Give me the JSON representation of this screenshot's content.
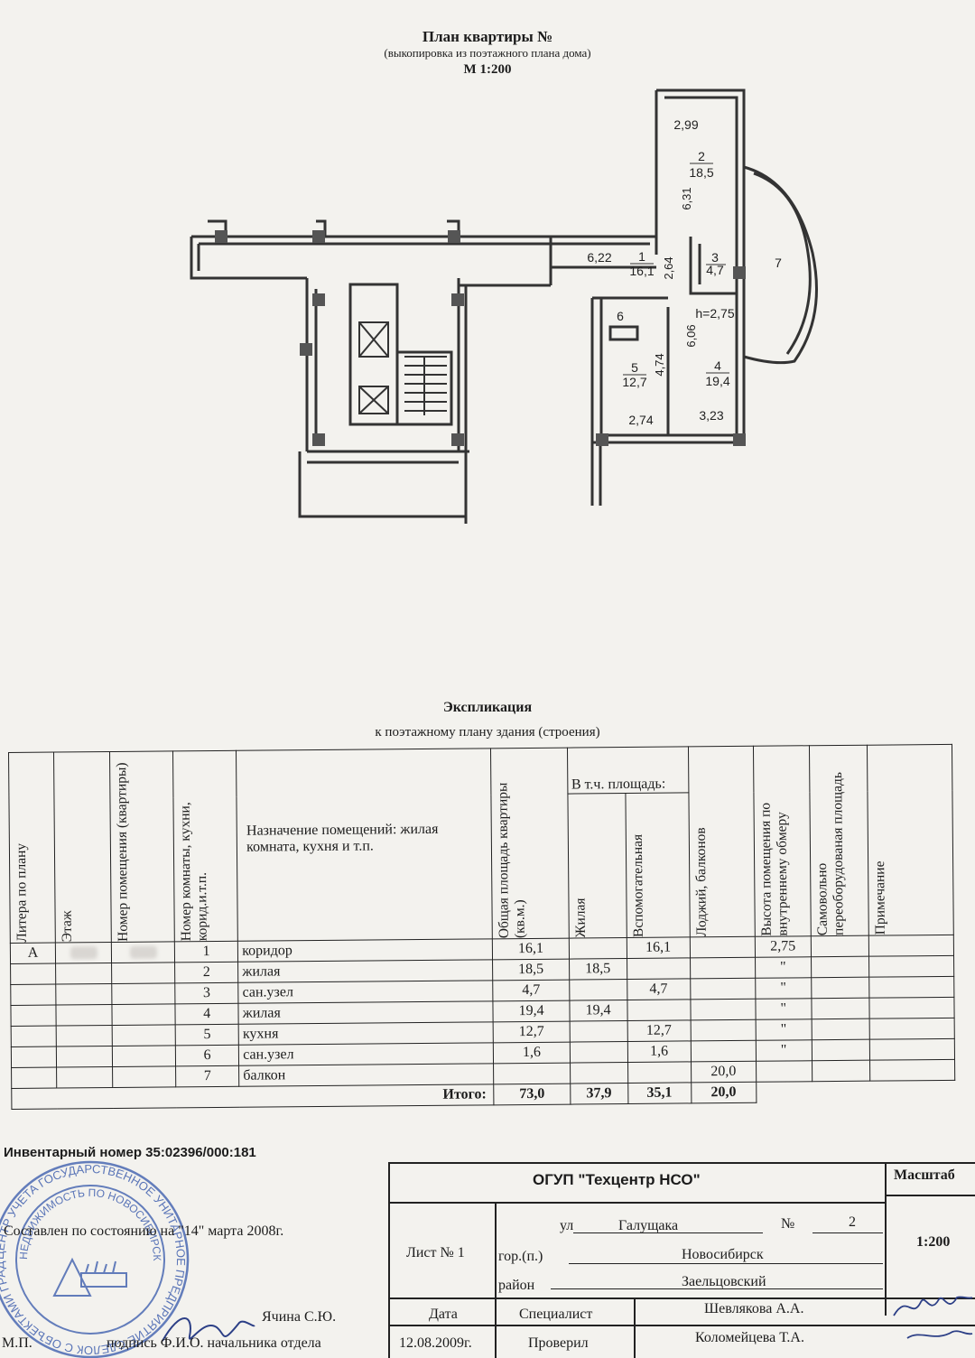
{
  "header": {
    "title": "План квартиры №",
    "subtitle": "(выкопировка из поэтажного плана дома)",
    "scale": "М 1:200"
  },
  "plan": {
    "dims": [
      "2,99",
      "6,31",
      "6,22",
      "2,64",
      "h=2,75",
      "6,06",
      "4,74",
      "2,74",
      "3,23"
    ],
    "rooms": [
      {
        "no": "1",
        "area": "16,1"
      },
      {
        "no": "2",
        "area": "18,5"
      },
      {
        "no": "3",
        "area": "4,7"
      },
      {
        "no": "4",
        "area": "19,4"
      },
      {
        "no": "5",
        "area": "12,7"
      },
      {
        "no": "6",
        "area": ""
      },
      {
        "no": "7",
        "area": ""
      }
    ]
  },
  "explication": {
    "title": "Экспликация",
    "subtitle": "к поэтажному плану здания (строения)",
    "headers": {
      "litera": "Литера по плану",
      "floor": "Этаж",
      "premise_no": "Номер помещения (квартиры)",
      "room_no": "Номер комнаты, кухни, корид.и.т.п.",
      "purpose": "Назначение помещений: жилая комната, кухня и т.п.",
      "total_area": "Общая площадь квартиры (кв.м.)",
      "incl_area": "В т.ч. площадь:",
      "living": "Жилая",
      "auxiliary": "Вспомогательная",
      "loggia": "Лоджий, балконов",
      "height": "Высота помещения по внутреннему обмеру",
      "self_rebuilt": "Самовольно переоборудованая площадь",
      "note": "Примечание"
    },
    "litera_value": "А",
    "rows": [
      {
        "no": "1",
        "name": "коридор",
        "total": "16,1",
        "living": "",
        "aux": "16,1",
        "balcony": "",
        "height": "2,75"
      },
      {
        "no": "2",
        "name": "жилая",
        "total": "18,5",
        "living": "18,5",
        "aux": "",
        "balcony": "",
        "height": "\""
      },
      {
        "no": "3",
        "name": "сан.узел",
        "total": "4,7",
        "living": "",
        "aux": "4,7",
        "balcony": "",
        "height": "\""
      },
      {
        "no": "4",
        "name": "жилая",
        "total": "19,4",
        "living": "19,4",
        "aux": "",
        "balcony": "",
        "height": "\""
      },
      {
        "no": "5",
        "name": "кухня",
        "total": "12,7",
        "living": "",
        "aux": "12,7",
        "balcony": "",
        "height": "\""
      },
      {
        "no": "6",
        "name": "сан.узел",
        "total": "1,6",
        "living": "",
        "aux": "1,6",
        "balcony": "",
        "height": "\""
      },
      {
        "no": "7",
        "name": "балкон",
        "total": "",
        "living": "",
        "aux": "",
        "balcony": "20,0",
        "height": ""
      }
    ],
    "total_label": "Итого:",
    "totals": {
      "total": "73,0",
      "living": "37,9",
      "aux": "35,1",
      "balcony": "20,0"
    }
  },
  "footer": {
    "inventory": "Инвентарный номер  35:02396/000:181",
    "compiled": "Составлен по состоянию на \"14\" марта 2008г.",
    "signer": "Ячина С.Ю.",
    "mp": "М.П.",
    "signature_caption": "подпись Ф.И.О. начальника отдела"
  },
  "title_block": {
    "org": "ОГУП  \"Техцентр НСО\"",
    "scale_label": "Масштаб",
    "scale_value": "1:200",
    "sheet": "Лист № 1",
    "street_prefix": "ул",
    "street": "Галущака",
    "no_label": "№",
    "no_value": "2",
    "city_label": "гор.(п.)",
    "city": "Новосибирск",
    "district_label": "район",
    "district": "Заельцовский",
    "date_label": "Дата",
    "specialist_label": "Специалист",
    "specialist": "Шевлякова А.А.",
    "date_value": "12.08.2009г.",
    "checked_label": "Проверил",
    "checked": "Коломейцева Т.А."
  },
  "stamp": {
    "ring_text": "ЦЕНТР УЧЕТА ГОСУДАРСТВЕННОЕ УНИТАРНОЕ ПРЕДПРИЯТИЕ СДЕЛОК С ОБЪЕКТАМИ ГРАДОСТРОИТЕЛЬНОЙ ДЕЯТЕЛЬНОСТИ НОВОСИБИРСКОЙ ОБЛАСТИ",
    "inner_text": "НЕДВИЖИМОСТЬ ПО НОВОСИБИРСКОЙ"
  }
}
